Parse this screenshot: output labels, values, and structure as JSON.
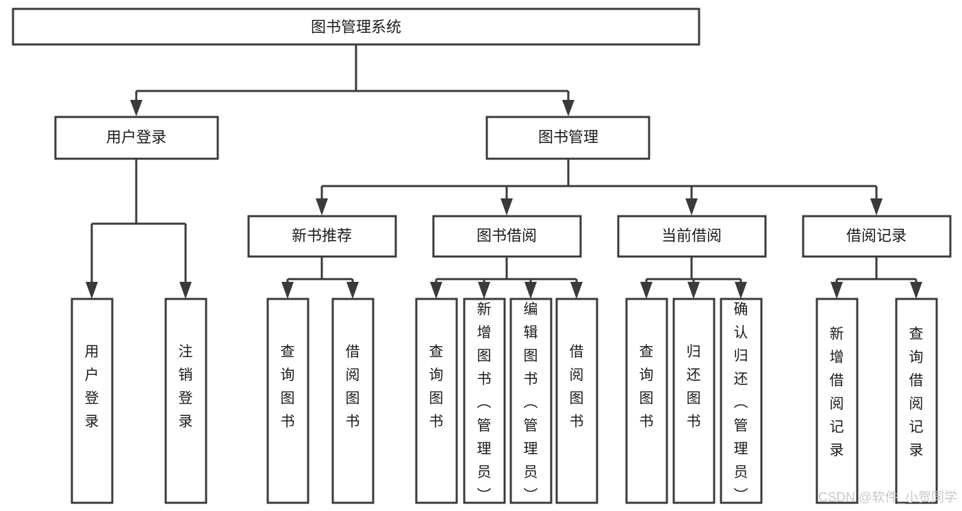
{
  "diagram": {
    "title": "图书管理系统",
    "type": "tree-hierarchy",
    "root": {
      "id": "root",
      "label": "图书管理系统"
    },
    "level1": [
      {
        "id": "user-login",
        "label": "用户登录"
      },
      {
        "id": "book-manage",
        "label": "图书管理"
      }
    ],
    "level2": [
      {
        "id": "new-book-recommend",
        "label": "新书推荐",
        "parent": "book-manage"
      },
      {
        "id": "book-borrow",
        "label": "图书借阅",
        "parent": "book-manage"
      },
      {
        "id": "current-borrow",
        "label": "当前借阅",
        "parent": "book-manage"
      },
      {
        "id": "borrow-record",
        "label": "借阅记录",
        "parent": "book-manage"
      }
    ],
    "leaves": [
      {
        "id": "leaf-user-login",
        "label": "用户登录",
        "parent": "user-login"
      },
      {
        "id": "leaf-user-logout",
        "label": "注销登录",
        "parent": "user-login"
      },
      {
        "id": "leaf-query-book-1",
        "label": "查询图书",
        "parent": "new-book-recommend"
      },
      {
        "id": "leaf-borrow-book-1",
        "label": "借阅图书",
        "parent": "new-book-recommend"
      },
      {
        "id": "leaf-query-book-2",
        "label": "查询图书",
        "parent": "book-borrow"
      },
      {
        "id": "leaf-add-book",
        "label": "新增图书（管理员）",
        "parent": "book-borrow"
      },
      {
        "id": "leaf-edit-book",
        "label": "编辑图书（管理员）",
        "parent": "book-borrow"
      },
      {
        "id": "leaf-borrow-book-2",
        "label": "借阅图书",
        "parent": "book-borrow"
      },
      {
        "id": "leaf-query-book-3",
        "label": "查询图书",
        "parent": "current-borrow"
      },
      {
        "id": "leaf-return-book",
        "label": "归还图书",
        "parent": "current-borrow"
      },
      {
        "id": "leaf-confirm-return",
        "label": "确认归还（管理员）",
        "parent": "current-borrow"
      },
      {
        "id": "leaf-add-record",
        "label": "新增借阅记录",
        "parent": "borrow-record"
      },
      {
        "id": "leaf-query-record",
        "label": "查询借阅记录",
        "parent": "borrow-record"
      }
    ],
    "colors": {
      "box_stroke": "#3a3a3a",
      "box_fill": "#ffffff",
      "text": "#1b1b1b",
      "connector": "#3a3a3a",
      "watermark": "#c8c8c8",
      "background": "#ffffff"
    }
  },
  "watermark": {
    "text": "CSDN @软件_小贺同学"
  }
}
